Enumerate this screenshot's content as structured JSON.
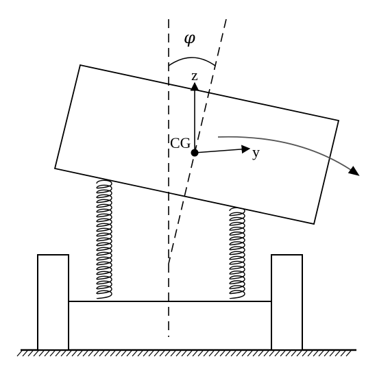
{
  "diagram": {
    "labels": {
      "angle": "φ",
      "z_axis": "z",
      "y_axis": "y",
      "center_of_gravity": "CG"
    },
    "colors": {
      "stroke": "#000000",
      "background": "#ffffff",
      "rotation_arrow": "#555555"
    }
  }
}
